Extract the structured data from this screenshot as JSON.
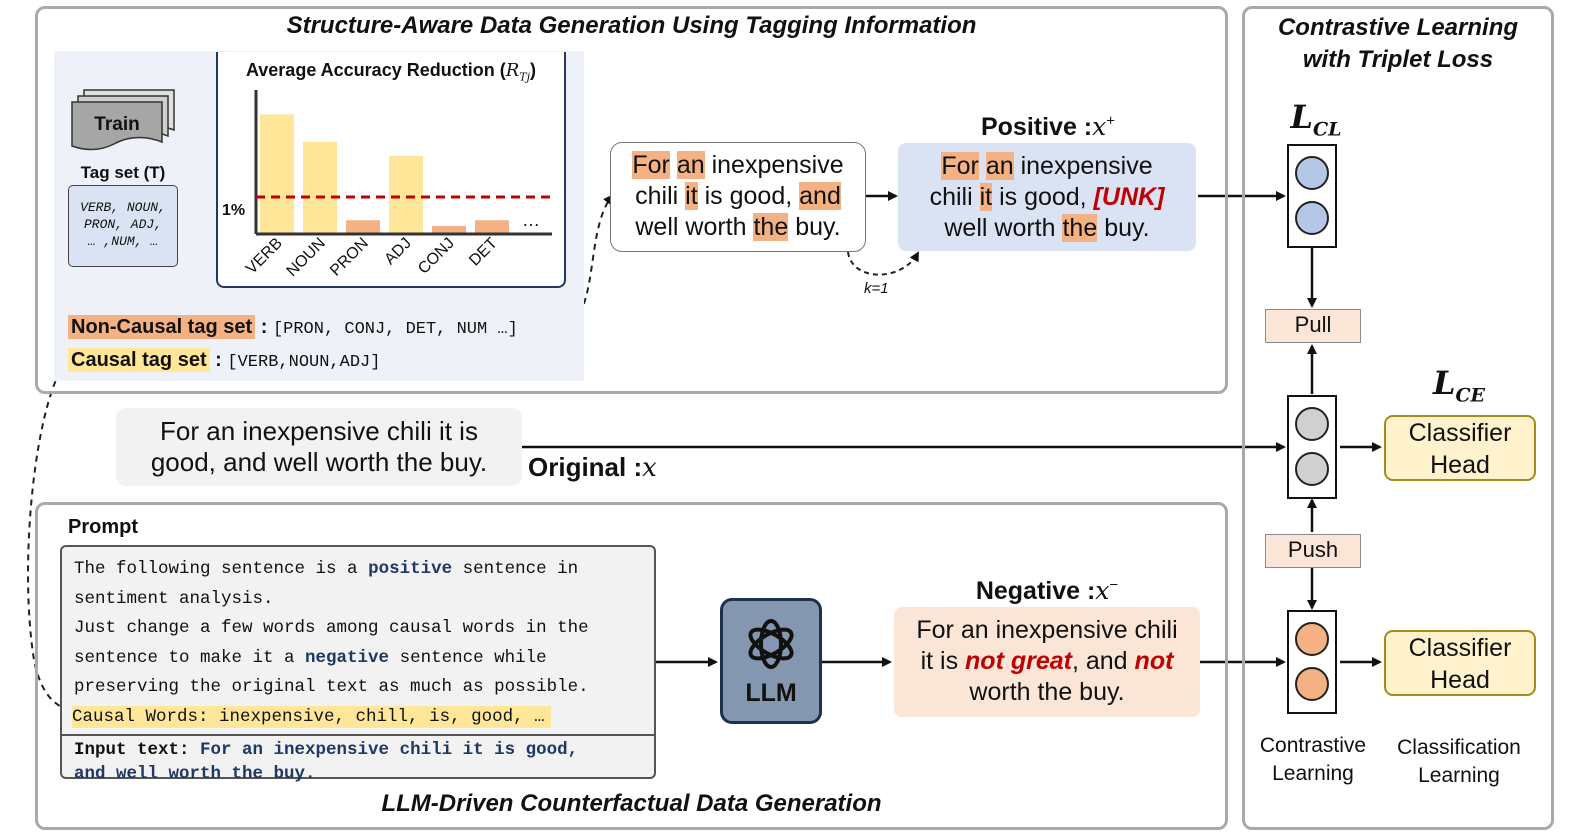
{
  "panels": {
    "structure_title": "Structure-Aware Data Generation Using Tagging Information",
    "llm_title": "LLM-Driven Counterfactual Data Generation",
    "contrastive_title_1": "Contrastive Learning",
    "contrastive_title_2": "with Triplet Loss"
  },
  "train": {
    "label": "Train"
  },
  "tagset": {
    "title": "Tag set (T)",
    "line1": "VERB, NOUN,",
    "line2": "PRON, ADJ,",
    "line3": "… ,NUM, …"
  },
  "chart_data": {
    "type": "bar",
    "title": "Average Accuracy Reduction",
    "title_symbol": "R",
    "title_sub": "Tj",
    "categories": [
      "VERB",
      "NOUN",
      "PRON",
      "ADJ",
      "CONJ",
      "DET"
    ],
    "values": [
      5.2,
      4.0,
      0.6,
      3.4,
      0.35,
      0.6
    ],
    "highlight": [
      "causal",
      "causal",
      "non-causal",
      "causal",
      "non-causal",
      "non-causal"
    ],
    "threshold": 1,
    "threshold_label": "1%",
    "ellipsis": "…",
    "ylim": [
      0,
      6
    ],
    "colors": {
      "causal": "#ffe699",
      "non_causal": "#f4b183",
      "threshold": "#c00000"
    }
  },
  "noncausal": {
    "label": "Non-Causal tag set",
    "sep": ":",
    "value": "[PRON, CONJ, DET, NUM …]"
  },
  "causal": {
    "label": "Causal tag set",
    "sep": ":",
    "value": "[VERB,NOUN,ADJ]"
  },
  "sentence": {
    "t1": "For",
    "t2": "an",
    "t3": "inexpensive",
    "t4": "chili",
    "t5": "it",
    "t6": "is good,",
    "t7": "and",
    "t8": "well worth",
    "t9": "the",
    "t10": "buy."
  },
  "positive": {
    "title": "Positive :",
    "sym": "x",
    "sup": "+",
    "unk": "[UNK]"
  },
  "k_label": "k=1",
  "original": {
    "line1": "For an inexpensive chili it is",
    "line2": "good, and well worth the buy.",
    "label": "Original :",
    "sym": "x"
  },
  "prompt": {
    "title": "Prompt",
    "l1a": "The following sentence is a ",
    "l1b": "positive",
    "l1c": " sentence in",
    "l2": "sentiment analysis.",
    "l3": "Just change a few words among causal words in the",
    "l4a": "sentence to make it a ",
    "l4b": "negative",
    "l4c": " sentence while",
    "l5": "preserving the original text as much as possible.",
    "l6a": "Causal Words: ",
    "l6b": "inexpensive, chill, is, good, …",
    "l7a": "Input text: ",
    "l7b": "For an inexpensive chili it is good,",
    "l8": "and well worth the buy."
  },
  "llm": {
    "label": "LLM"
  },
  "negative": {
    "title": "Negative :",
    "sym": "x",
    "sup": "−",
    "l1": "For an inexpensive chili",
    "l2a": "it is ",
    "l2b": "not great",
    "l2c": ", and ",
    "l2d": "not",
    "l3": "worth the buy."
  },
  "losses": {
    "cl_main": "L",
    "cl_sub": "CL",
    "ce_main": "L",
    "ce_sub": "CE"
  },
  "pull": "Pull",
  "push": "Push",
  "classifier": {
    "line1": "Classifier",
    "line2": "Head"
  },
  "bottom_labels": {
    "contrastive_1": "Contrastive",
    "contrastive_2": "Learning",
    "classification_1": "Classification",
    "classification_2": "Learning"
  },
  "colors": {
    "accent_blue": "#1f3864",
    "accent_red": "#c00000",
    "positive_bg": "#dae3f3",
    "negative_bg": "#fbe5d6",
    "llm_bg": "#8497b0"
  }
}
